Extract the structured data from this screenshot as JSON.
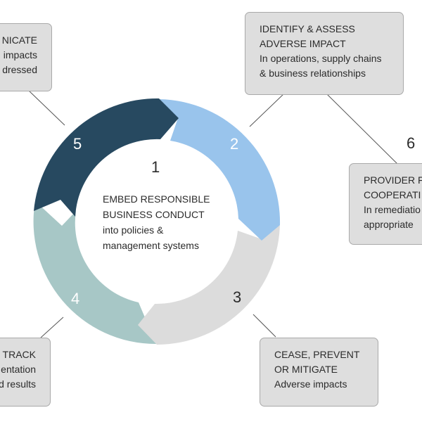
{
  "diagram": {
    "center": {
      "number": "1",
      "title_line1": "EMBED RESPONSIBLE",
      "title_line2": "BUSINESS CONDUCT",
      "body_line1": "into policies &",
      "body_line2": "management systems"
    },
    "steps": [
      {
        "number": "2",
        "title_line1": "IDENTIFY & ASSESS",
        "title_line2": "ADVERSE IMPACT",
        "body_line1": "In operations, supply chains",
        "body_line2": "& business relationships",
        "color": "#99c4ec"
      },
      {
        "number": "3",
        "title_line1": "CEASE, PREVENT",
        "title_line2": "OR MITIGATE",
        "body_line1": "Adverse impacts",
        "color": "#dcdcdc"
      },
      {
        "number": "4",
        "title_line1": "TRACK",
        "body_line1": "entation",
        "body_line2": "d results",
        "color": "#a7c7c6"
      },
      {
        "number": "5",
        "title_line1": "NICATE",
        "body_line1": "impacts",
        "body_line2": "dressed",
        "color": "#274960"
      },
      {
        "number": "6",
        "title_line1": "PROVIDER F",
        "title_line2": "COOPERATI",
        "body_line1": "In remediatio",
        "body_line2": "appropriate"
      }
    ]
  }
}
